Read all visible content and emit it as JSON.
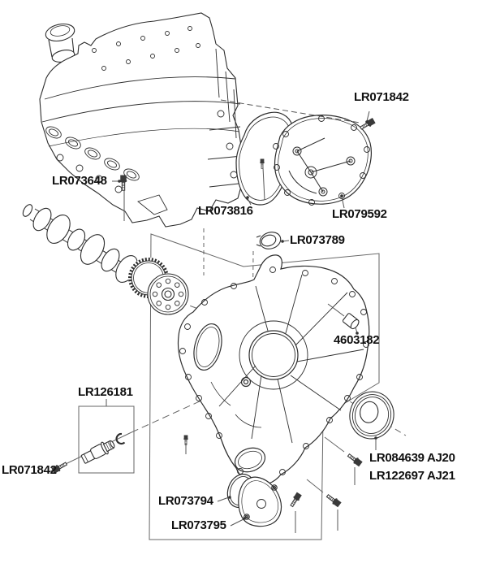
{
  "diagram": {
    "colors": {
      "background": "#ffffff",
      "part_line": "#2d2d2d",
      "construction_line": "#666666",
      "label_text": "#111111"
    },
    "labels": {
      "bolt_top": "LR071842",
      "head_bolt": "LR073648",
      "upper_gasket": "LR073816",
      "upper_cover": "LR079592",
      "small_seal": "LR073789",
      "dowel": "4603182",
      "crank_sensor": "LR126181",
      "bolt_bottom_left": "LR071842",
      "o_ring": "LR073794",
      "lower_cover": "LR073795",
      "crank_seal_line1": "LR084639 AJ20",
      "crank_seal_line2": "LR122697 AJ21"
    }
  }
}
